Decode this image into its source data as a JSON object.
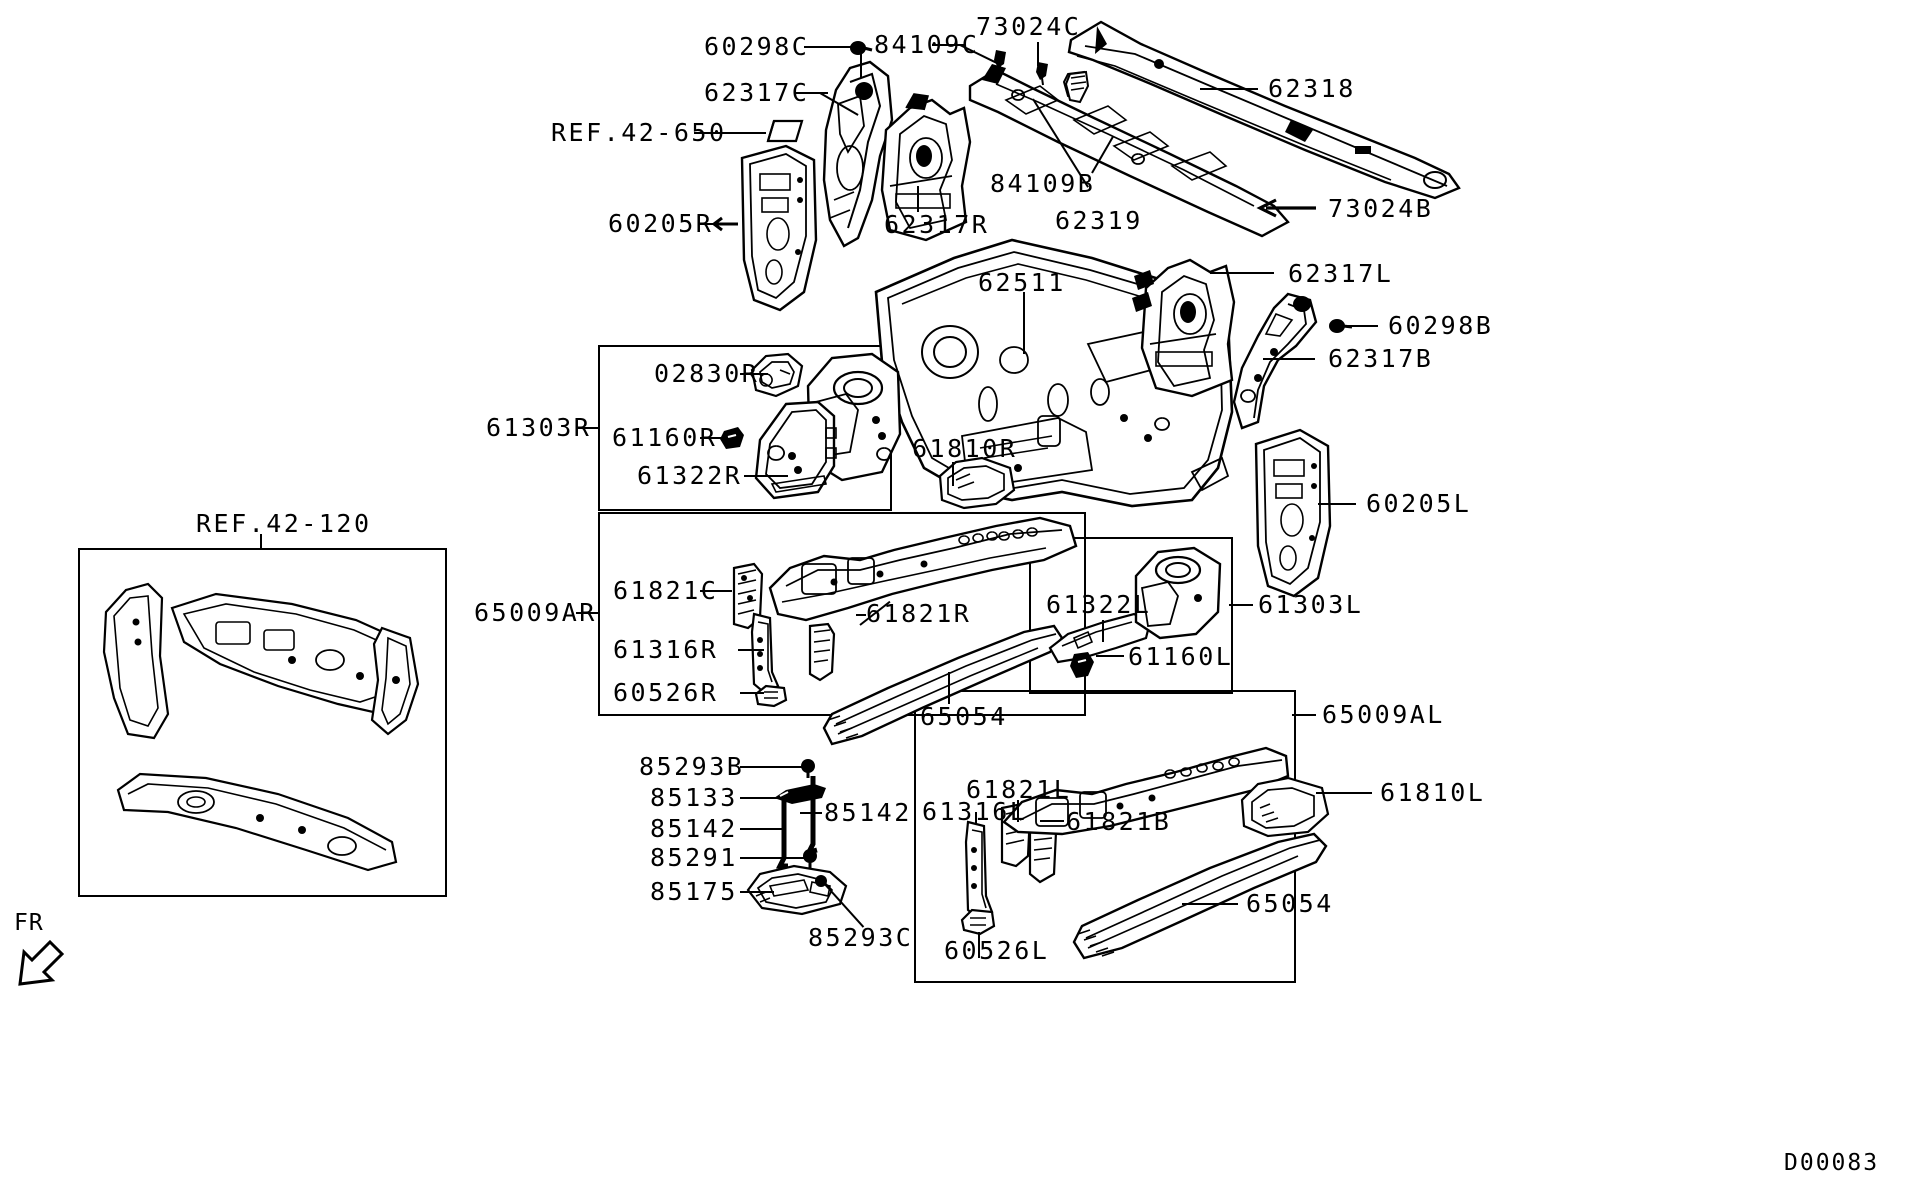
{
  "diagram": {
    "id_code": "D00083",
    "orientation_marker": "FR",
    "background": "#ffffff",
    "line_color": "#000000"
  },
  "references": [
    {
      "key": "ref_42_650",
      "label": "REF.42-650"
    },
    {
      "key": "ref_42_120",
      "label": "REF.42-120"
    }
  ],
  "groups": [
    {
      "key": "g_61303R",
      "label": "61303R"
    },
    {
      "key": "g_65009AR",
      "label": "65009AR"
    },
    {
      "key": "g_61303L",
      "label": "61303L"
    },
    {
      "key": "g_65009AL",
      "label": "65009AL"
    },
    {
      "key": "g_ref42120",
      "label": "REF.42-120"
    }
  ],
  "callouts": [
    {
      "key": "c_60298C",
      "label": "60298C"
    },
    {
      "key": "c_84109C",
      "label": "84109C"
    },
    {
      "key": "c_73024C",
      "label": "73024C"
    },
    {
      "key": "c_62318",
      "label": "62318"
    },
    {
      "key": "c_62317C",
      "label": "62317C"
    },
    {
      "key": "c_ref42650",
      "label": "REF.42-650"
    },
    {
      "key": "c_60205R",
      "label": "60205R"
    },
    {
      "key": "c_62317R",
      "label": "62317R"
    },
    {
      "key": "c_84109B",
      "label": "84109B"
    },
    {
      "key": "c_62319",
      "label": "62319"
    },
    {
      "key": "c_73024B",
      "label": "73024B"
    },
    {
      "key": "c_62511",
      "label": "62511"
    },
    {
      "key": "c_62317L",
      "label": "62317L"
    },
    {
      "key": "c_60298B",
      "label": "60298B"
    },
    {
      "key": "c_62317B",
      "label": "62317B"
    },
    {
      "key": "c_60205L",
      "label": "60205L"
    },
    {
      "key": "c_02830R",
      "label": "02830R"
    },
    {
      "key": "c_61160R",
      "label": "61160R"
    },
    {
      "key": "c_61322R",
      "label": "61322R"
    },
    {
      "key": "c_61810R",
      "label": "61810R"
    },
    {
      "key": "c_61821C",
      "label": "61821C"
    },
    {
      "key": "c_61821R",
      "label": "61821R"
    },
    {
      "key": "c_61316R",
      "label": "61316R"
    },
    {
      "key": "c_60526R",
      "label": "60526R"
    },
    {
      "key": "c_65054_mid",
      "label": "65054"
    },
    {
      "key": "c_61322L",
      "label": "61322L"
    },
    {
      "key": "c_61160L",
      "label": "61160L"
    },
    {
      "key": "c_85293B",
      "label": "85293B"
    },
    {
      "key": "c_85133",
      "label": "85133"
    },
    {
      "key": "c_85142_left",
      "label": "85142"
    },
    {
      "key": "c_85142_right",
      "label": "85142"
    },
    {
      "key": "c_85291",
      "label": "85291"
    },
    {
      "key": "c_85175",
      "label": "85175"
    },
    {
      "key": "c_85293C",
      "label": "85293C"
    },
    {
      "key": "c_61821L",
      "label": "61821L"
    },
    {
      "key": "c_61316L",
      "label": "61316L"
    },
    {
      "key": "c_61821B",
      "label": "61821B"
    },
    {
      "key": "c_60526L",
      "label": "60526L"
    },
    {
      "key": "c_61810L",
      "label": "61810L"
    },
    {
      "key": "c_65054_bottom",
      "label": "65054"
    }
  ]
}
